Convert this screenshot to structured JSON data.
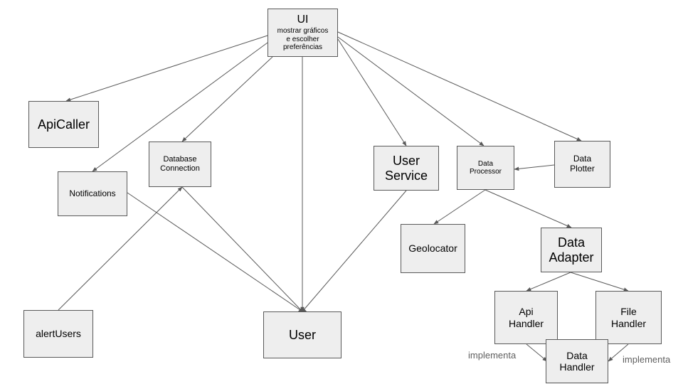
{
  "nodes": {
    "ui": {
      "label": "UI",
      "sublabel": "mostrar gráficos\ne escolher\npreferências"
    },
    "api_caller": {
      "label": "ApiCaller"
    },
    "database_connection": {
      "label": "Database\nConnection"
    },
    "notifications": {
      "label": "Notifications"
    },
    "user_service": {
      "label": "User\nService"
    },
    "data_processor": {
      "label": "Data\nProcessor"
    },
    "data_plotter": {
      "label": "Data\nPlotter"
    },
    "geolocator": {
      "label": "Geolocator"
    },
    "data_adapter": {
      "label": "Data\nAdapter"
    },
    "alert_users": {
      "label": "alertUsers"
    },
    "user": {
      "label": "User"
    },
    "api_handler": {
      "label": "Api\nHandler"
    },
    "file_handler": {
      "label": "File\nHandler"
    },
    "data_handler": {
      "label": "Data\nHandler"
    }
  },
  "edge_labels": {
    "implementa_left": "implementa",
    "implementa_right": "implementa"
  },
  "colors": {
    "node_fill": "#eeeeee",
    "node_border": "#595959",
    "edge": "#595959",
    "edge_label": "#5f5f5f"
  }
}
